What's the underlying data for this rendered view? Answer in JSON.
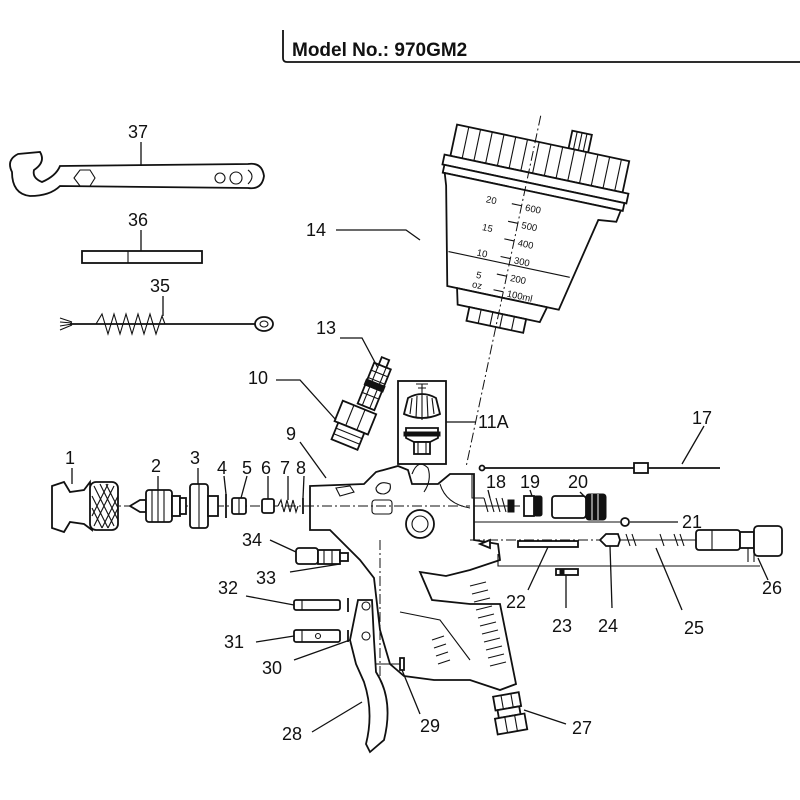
{
  "header": {
    "title": "Model No.: 970GM2"
  },
  "cup_scale": {
    "oz": [
      "20",
      "15",
      "10",
      "5"
    ],
    "oz_unit": "oz",
    "ml": [
      "600",
      "500",
      "400",
      "300",
      "200",
      "100ml"
    ]
  },
  "parts": {
    "p1": "1",
    "p2": "2",
    "p3": "3",
    "p4": "4",
    "p5": "5",
    "p6": "6",
    "p7": "7",
    "p8": "8",
    "p9": "9",
    "p10": "10",
    "p11a": "11A",
    "p13": "13",
    "p14": "14",
    "p17": "17",
    "p18": "18",
    "p19": "19",
    "p20": "20",
    "p21": "21",
    "p22": "22",
    "p23": "23",
    "p24": "24",
    "p25": "25",
    "p26": "26",
    "p27": "27",
    "p28": "28",
    "p29": "29",
    "p30": "30",
    "p31": "31",
    "p32": "32",
    "p33": "33",
    "p34": "34",
    "p35": "35",
    "p36": "36",
    "p37": "37"
  }
}
